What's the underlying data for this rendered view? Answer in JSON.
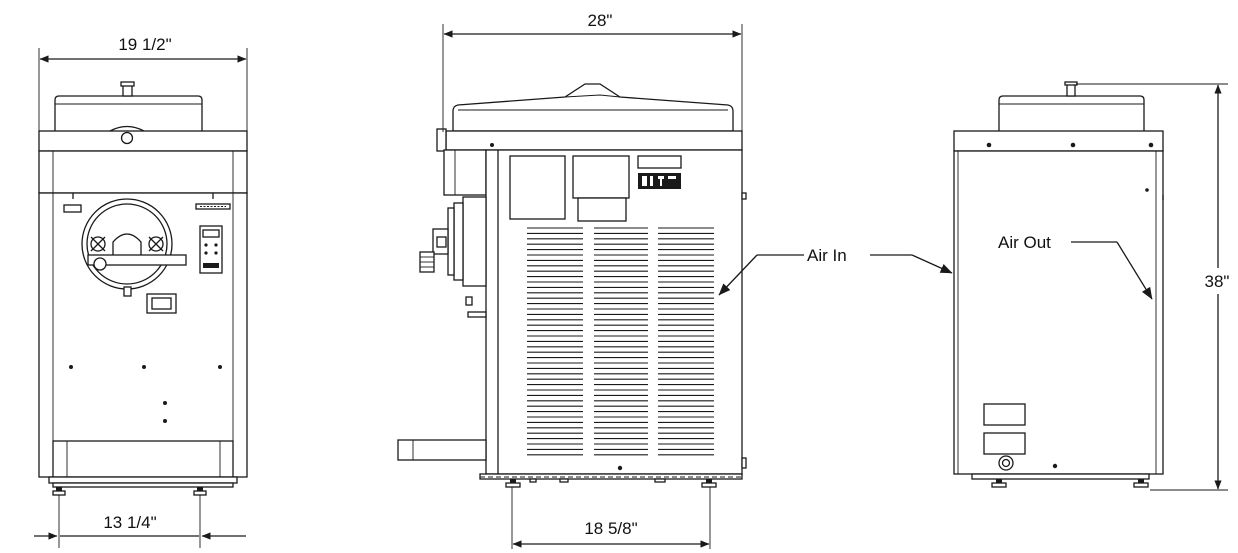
{
  "dimensions": {
    "front_width": "19 1/2\"",
    "front_foot_span": "13 1/4\"",
    "side_depth": "28\"",
    "side_foot_span": "18 5/8\"",
    "height": "38\""
  },
  "callouts": {
    "air_in": "Air In",
    "air_out": "Air Out"
  },
  "views": [
    "front-view",
    "side-view",
    "rear-view"
  ],
  "icons": [
    "arrowhead"
  ],
  "colors": {
    "line": "#1a1a1a",
    "background": "#ffffff"
  }
}
